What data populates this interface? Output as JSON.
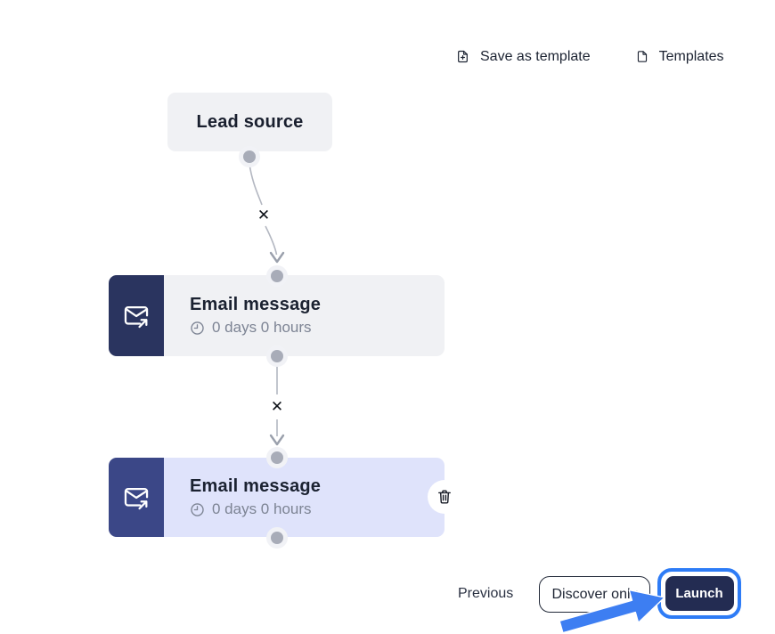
{
  "header": {
    "save_as_template_label": "Save as template",
    "templates_label": "Templates"
  },
  "flow": {
    "lead_source_label": "Lead source",
    "steps": [
      {
        "title": "Email message",
        "delay": "0 days 0 hours",
        "selected": false
      },
      {
        "title": "Email message",
        "delay": "0 days 0 hours",
        "selected": true
      }
    ],
    "remove_connection_glyph": "✕"
  },
  "footer": {
    "previous_label": "Previous",
    "discover_only_label": "Discover only",
    "launch_label": "Launch"
  },
  "colors": {
    "navy_icon_block": "#2a345f",
    "indigo_icon_block_selected": "#3b4787",
    "node_gray": "#f0f1f4",
    "node_selected_lavender": "#dfe3fb",
    "launch_button": "#232c52",
    "highlight_ring": "#2e7cf6",
    "annotation_arrow": "#3d7ef2",
    "text_dark": "#1b2231",
    "text_gray": "#7d8494",
    "connector_line": "#b3b7c1",
    "handle_dot": "#a8acb8"
  }
}
